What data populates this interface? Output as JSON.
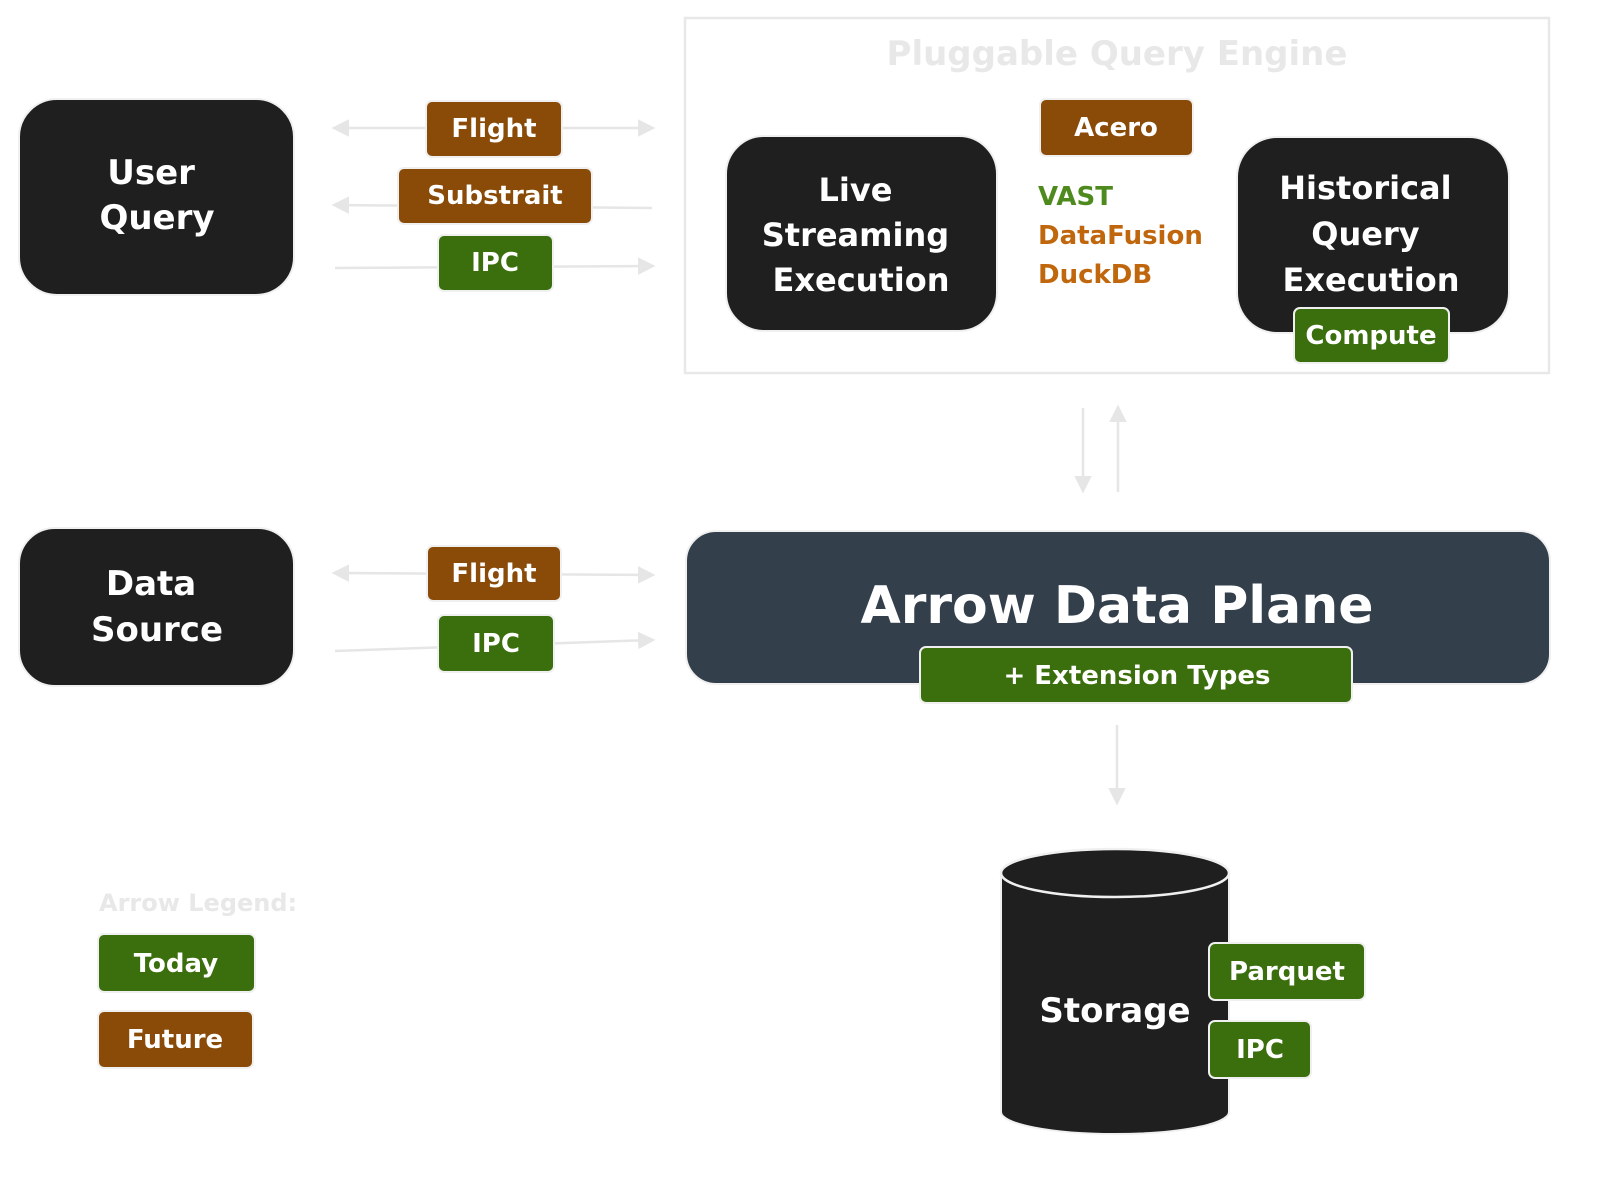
{
  "colors": {
    "node_dark": "#1f1f1f",
    "plane": "#343f4c",
    "today_green": "#3b6e0c",
    "future_brown": "#8a4a08",
    "vast_green": "#4f8a1e",
    "orange_text": "#c0670d",
    "faint": "#e8e8e8",
    "arrow": "#e6e6e6"
  },
  "nodes": {
    "user_query": [
      "User",
      "Query"
    ],
    "data_source": [
      "Data",
      "Source"
    ],
    "live_streaming": [
      "Live",
      "Streaming",
      "Execution"
    ],
    "historical_query": [
      "Historical",
      "Query",
      "Execution"
    ],
    "storage": "Storage"
  },
  "engine": {
    "title": "Pluggable Query Engine",
    "acero": "Acero",
    "vast": "VAST",
    "datafusion": "DataFusion",
    "duckdb": "DuckDB",
    "compute": "Compute"
  },
  "plane": {
    "title": "Arrow Data Plane",
    "extension": "+ Extension Types"
  },
  "query_protocols": {
    "flight": "Flight",
    "substrait": "Substrait",
    "ipc": "IPC"
  },
  "source_protocols": {
    "flight": "Flight",
    "ipc": "IPC"
  },
  "storage_formats": {
    "parquet": "Parquet",
    "ipc": "IPC"
  },
  "legend": {
    "title": "Arrow Legend:",
    "today": "Today",
    "future": "Future"
  }
}
